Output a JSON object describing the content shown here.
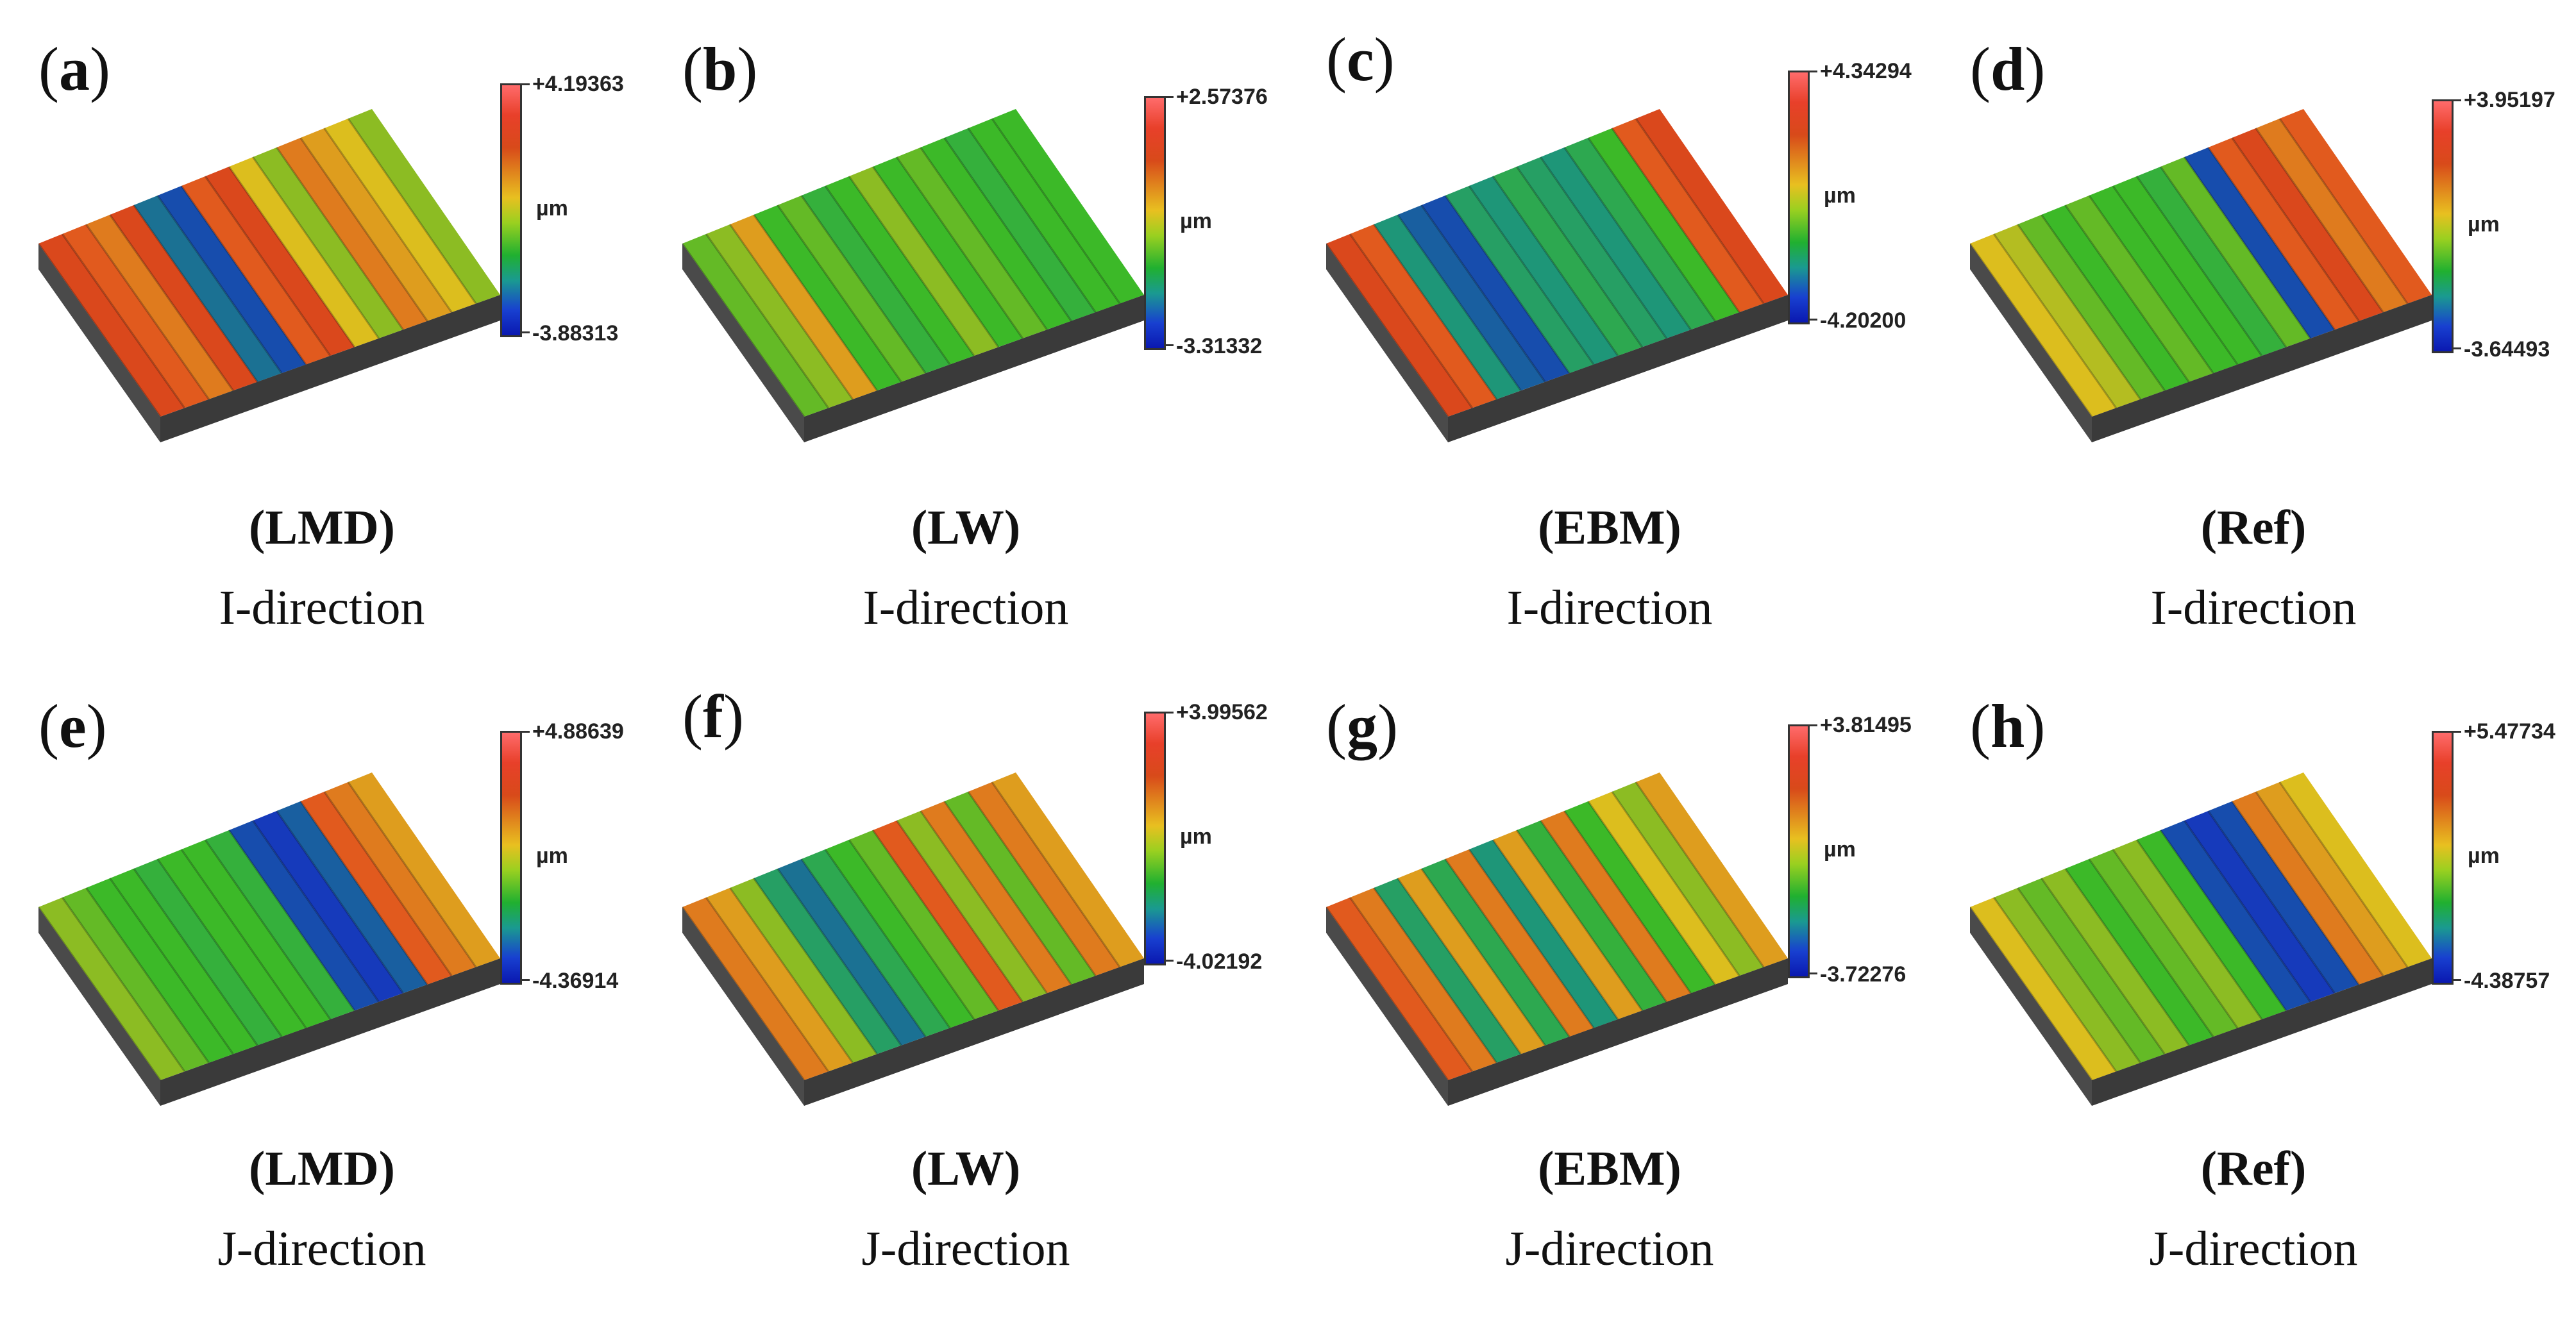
{
  "unit_label": "µm",
  "panels": [
    {
      "letter": "a",
      "process": "(LMD)",
      "direction": "I-direction",
      "max": "+4.19363",
      "min": "-3.88313",
      "row": 0,
      "col": 0
    },
    {
      "letter": "b",
      "process": "(LW)",
      "direction": "I-direction",
      "max": "+2.57376",
      "min": "-3.31332",
      "row": 0,
      "col": 1
    },
    {
      "letter": "c",
      "process": "(EBM)",
      "direction": "I-direction",
      "max": "+4.34294",
      "min": "-4.20200",
      "row": 0,
      "col": 2
    },
    {
      "letter": "d",
      "process": "(Ref)",
      "direction": "I-direction",
      "max": "+3.95197",
      "min": "-3.64493",
      "row": 0,
      "col": 3
    },
    {
      "letter": "e",
      "process": "(LMD)",
      "direction": "J-direction",
      "max": "+4.88639",
      "min": "-4.36914",
      "row": 1,
      "col": 0
    },
    {
      "letter": "f",
      "process": "(LW)",
      "direction": "J-direction",
      "max": "+3.99562",
      "min": "-4.02192",
      "row": 1,
      "col": 1
    },
    {
      "letter": "g",
      "process": "(EBM)",
      "direction": "J-direction",
      "max": "+3.81495",
      "min": "-3.72276",
      "row": 1,
      "col": 2
    },
    {
      "letter": "h",
      "process": "(Ref)",
      "direction": "J-direction",
      "max": "+5.47734",
      "min": "-4.38757",
      "row": 1,
      "col": 3
    }
  ],
  "colors": {
    "high": "#e8402a",
    "mid": "#20b030",
    "low": "#1840d0",
    "base": "#4a4a4a"
  }
}
